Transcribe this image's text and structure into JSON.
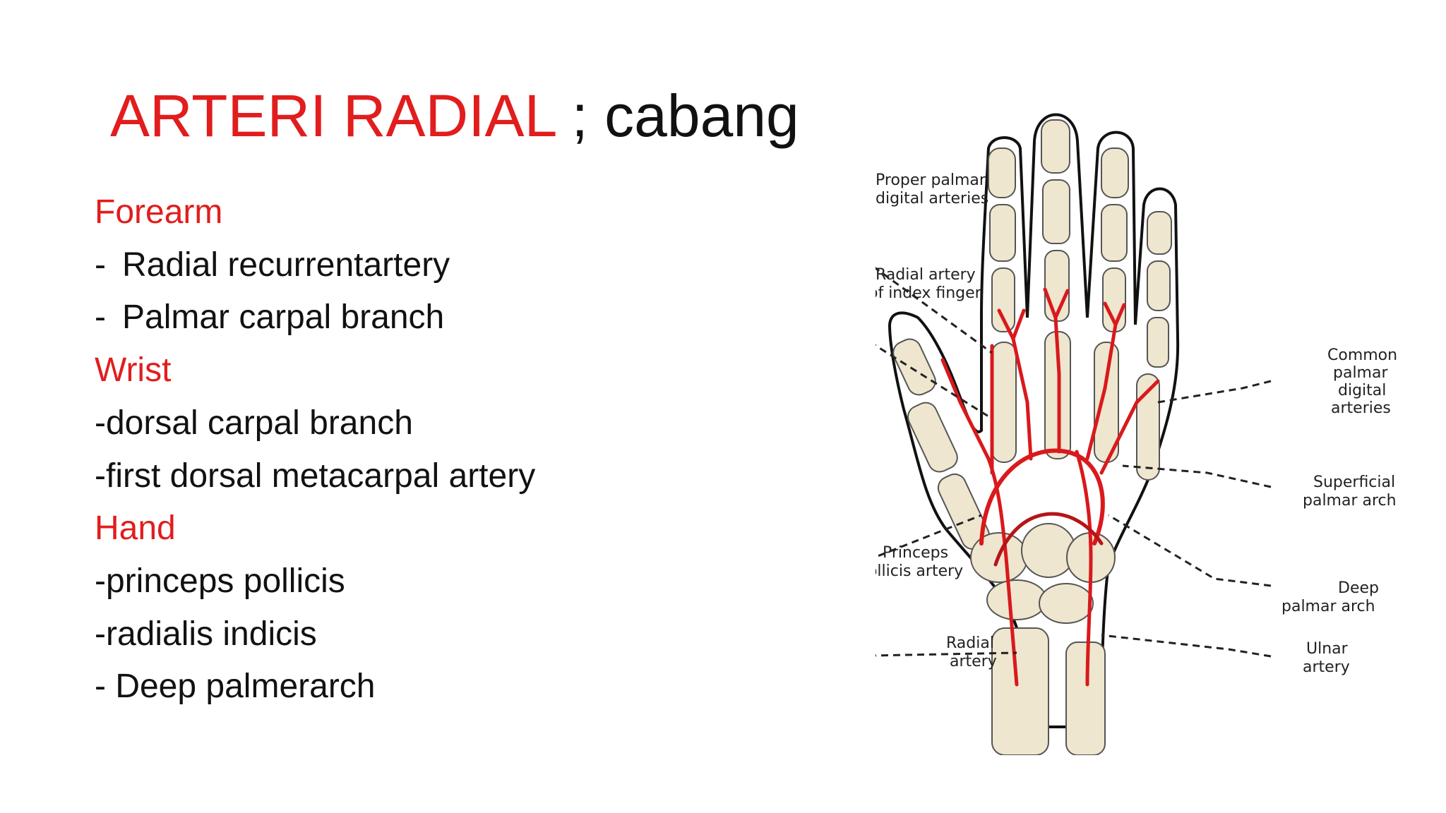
{
  "title": {
    "main": "ARTERI RADIAL",
    "suffix": " ; cabang"
  },
  "sections": [
    {
      "heading": "Forearm",
      "items": [
        {
          "prefix": "-",
          "text": "Radial recurrentartery"
        },
        {
          "prefix": "-",
          "text": "Palmar carpal branch"
        }
      ]
    },
    {
      "heading": "Wrist",
      "items": [
        {
          "text": "-dorsal carpal branch"
        },
        {
          "text": "-first dorsal metacarpal artery"
        }
      ]
    },
    {
      "heading": "Hand",
      "items": [
        {
          "text": "-princeps pollicis"
        },
        {
          "text": "-radialis indicis"
        },
        {
          "text": "- Deep palmerarch"
        }
      ]
    }
  ],
  "figure": {
    "labels": {
      "proper_palmar_1": "Proper palmar",
      "proper_palmar_2": "digital arteries",
      "radial_index_1": "Radial artery",
      "radial_index_2": "of index finger",
      "common_1": "Common",
      "common_2": "palmar",
      "common_3": "digital",
      "common_4": "arteries",
      "superficial_1": "Superficial",
      "superficial_2": "palmar arch",
      "princeps_1": "Princeps",
      "princeps_2": "pollicis artery",
      "deep_1": "Deep",
      "deep_2": "palmar arch",
      "radial_1": "Radial",
      "radial_2": "artery",
      "ulnar_1": "Ulnar",
      "ulnar_2": "artery"
    }
  },
  "colors": {
    "accent_red": "#e11d1d",
    "artery_red": "#d9191c",
    "bone_fill": "#efe6cf"
  }
}
